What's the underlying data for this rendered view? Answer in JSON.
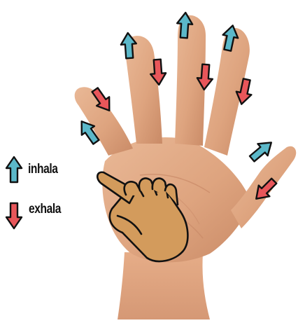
{
  "legend": {
    "inhale_label": "inhala",
    "exhale_label": "exhala"
  },
  "colors": {
    "inhale_arrow": "#5bb8c9",
    "exhale_arrow": "#e8565a",
    "arrow_outline": "#111111",
    "hand_skin": "#e0a985",
    "hand_shadow": "#c98a66",
    "pointer_hand": "#d39b5c",
    "background": "#ffffff"
  },
  "icons": {
    "inhale": "arrow-up-icon",
    "exhale": "arrow-down-icon",
    "pointer": "pointing-hand-icon"
  },
  "image": {
    "subject": "open-hand-photo"
  }
}
